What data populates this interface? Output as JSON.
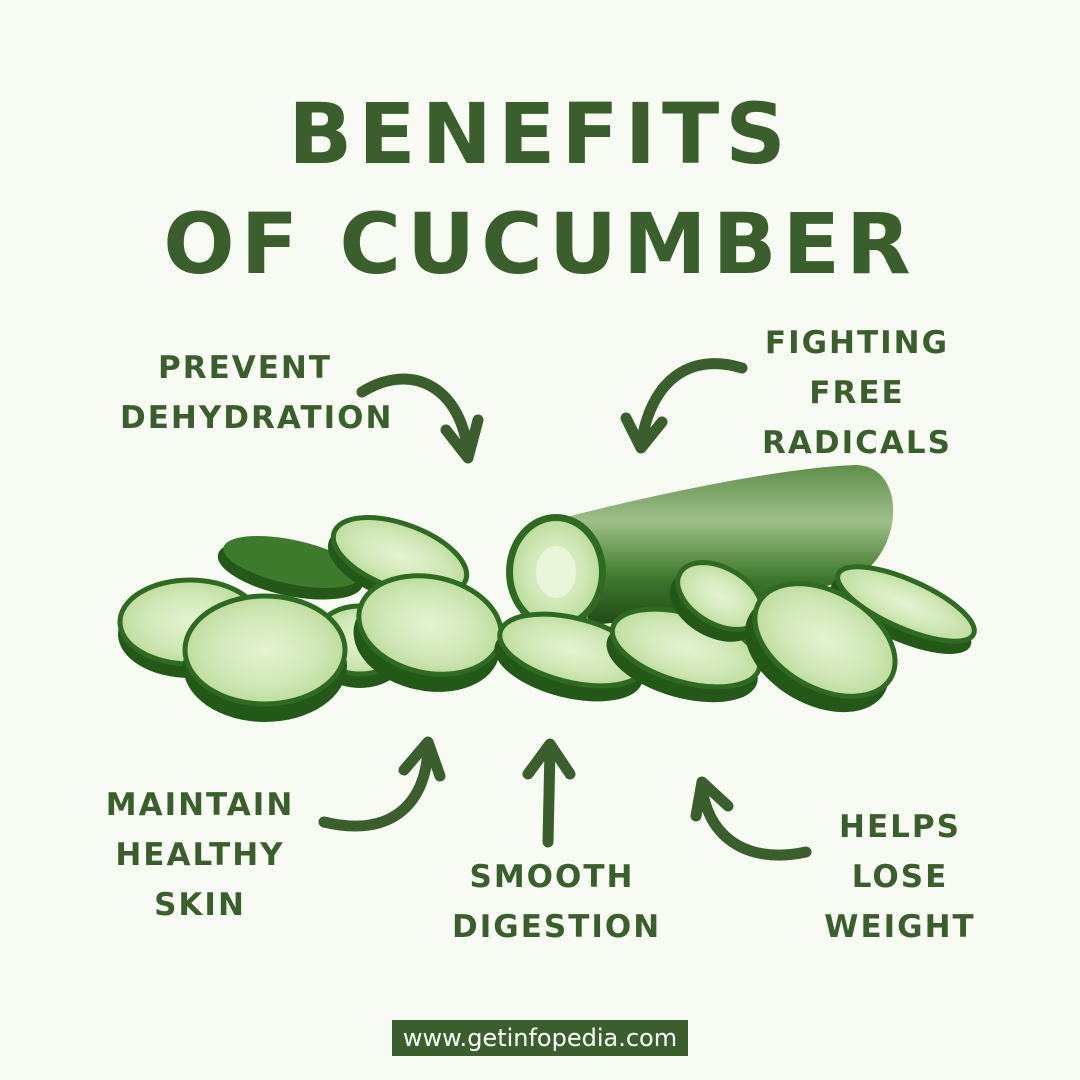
{
  "title": {
    "line1": "BENEFITS",
    "line2": "OF CUCUMBER"
  },
  "benefits": [
    {
      "text": "PREVENT\nDEHYDRATION"
    },
    {
      "text": "FIGHTING FREE\nRADICALS"
    },
    {
      "text": "MAINTAIN\nHEALTHY SKIN"
    },
    {
      "text": "SMOOTH\nDIGESTION"
    },
    {
      "text": "HELPS LOSE\nWEIGHT"
    }
  ],
  "footer": {
    "website": "www.getinfopedia.com"
  },
  "colors": {
    "background": "#f8faf4",
    "accent_green": "#3a5f2c",
    "cucumber_skin": "#2f6a22",
    "cucumber_flesh": "#d7ecc1"
  },
  "icons": [
    "curved-arrow-icon",
    "straight-arrow-icon",
    "cucumber-illustration"
  ]
}
